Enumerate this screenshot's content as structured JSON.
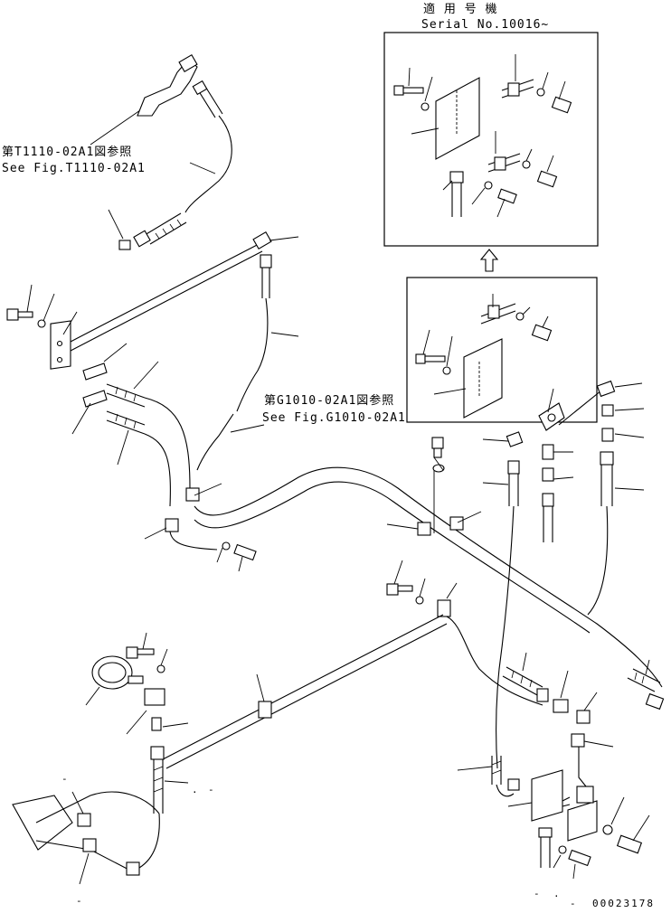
{
  "applicability": {
    "title_jp": "適 用 号 機",
    "serial": "Serial No.10016~"
  },
  "references": [
    {
      "jp": "第T1110-02A1図参照",
      "en": "See Fig.T1110-02A1"
    },
    {
      "jp": "第G1010-02A1図参照",
      "en": "See Fig.G1010-02A1"
    }
  ],
  "drawing_number": "00023178",
  "markers": [
    "-",
    ".",
    "-",
    "-",
    "-",
    ".",
    "-"
  ]
}
